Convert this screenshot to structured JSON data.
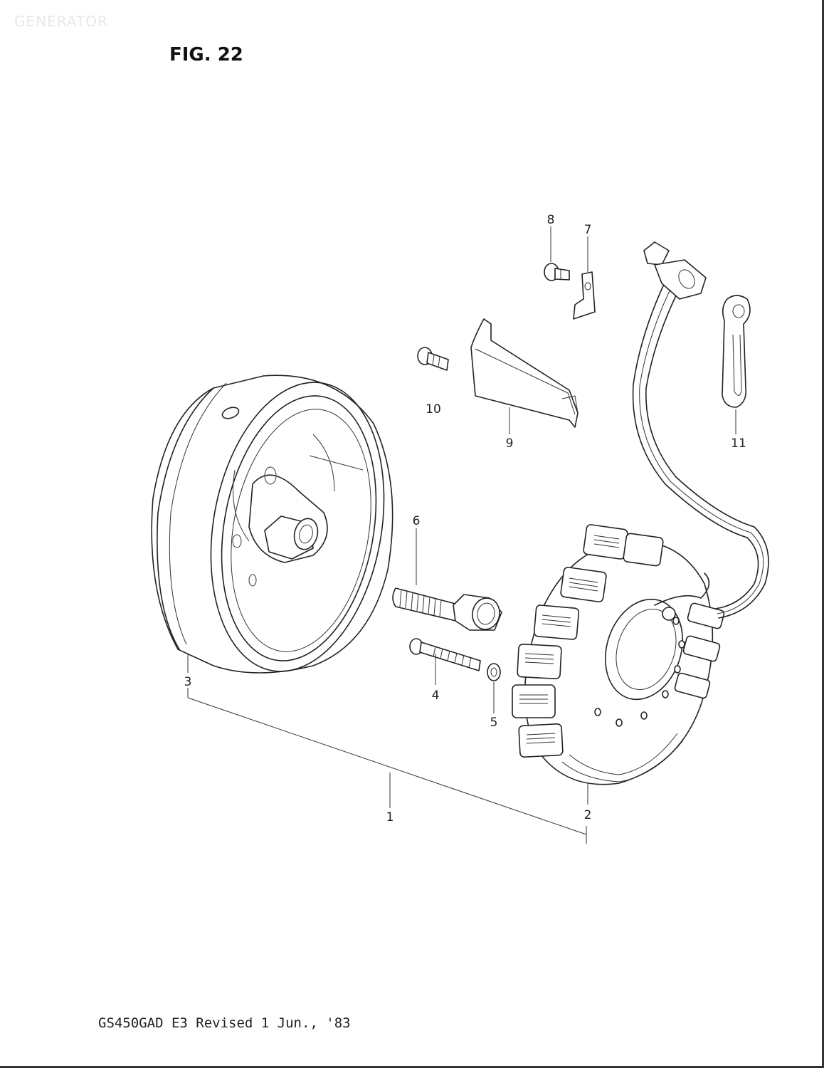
{
  "header": {
    "watermark": "GENERATOR",
    "figure_title": "FIG. 22"
  },
  "footer": {
    "model_revision": "GS450GAD E3 Revised 1 Jun., '83"
  },
  "callouts": {
    "c1": "1",
    "c2": "2",
    "c3": "3",
    "c4": "4",
    "c5": "5",
    "c6": "6",
    "c7": "7",
    "c8": "8",
    "c9": "9",
    "c10": "10",
    "c11": "11"
  }
}
